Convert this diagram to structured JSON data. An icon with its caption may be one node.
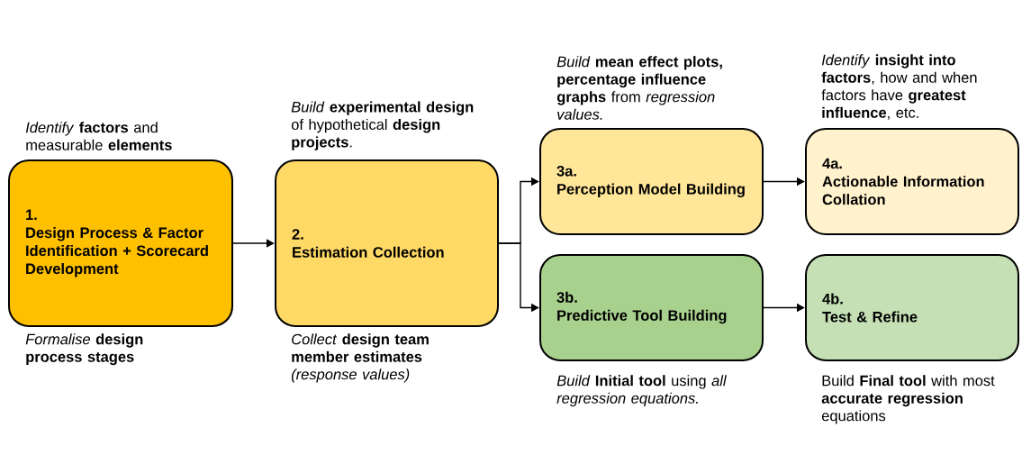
{
  "diagram": {
    "nodes": [
      {
        "text": [
          "1.",
          "Design Process & Factor Identification + Scorecard Development"
        ],
        "beside": [
          "*Identify* **factors** and measurable **elements**",
          "*Formalise* **design process stages**"
        ]
      },
      {
        "text": [
          "2.",
          "Estimation Collection"
        ],
        "beside": [
          "*Build* **experimental design** of hypothetical **design projects**.",
          "*Collect* **design team member estimates** *(response values)*"
        ]
      },
      {
        "text": [
          "3a.",
          "Perception Model Building"
        ],
        "beside": [
          "*Build* **mean effect plots, percentage influence graphs** from *regression values.*"
        ]
      },
      {
        "text": [
          "3b.",
          "Predictive Tool Building"
        ],
        "beside": [
          "*Build* **Initial tool** using *all regression equations.*"
        ]
      },
      {
        "text": [
          "4a.",
          "Actionable Information Collation"
        ],
        "beside": [
          "*Identify* **insight into factors**, how and when factors have **greatest influence**, etc."
        ]
      },
      {
        "text": [
          "4b.",
          "Test & Refine"
        ],
        "beside": [
          "Build **Final tool** with most **accurate regression** equations"
        ]
      }
    ],
    "edges": [
      {
        "from": 0,
        "to": 1,
        "arrow": "to"
      },
      {
        "from": 1,
        "to": 2,
        "arrow": "to"
      },
      {
        "from": 1,
        "to": 3,
        "arrow": "to"
      },
      {
        "from": 2,
        "to": 4,
        "arrow": "to"
      },
      {
        "from": 3,
        "to": 5,
        "arrow": "to"
      }
    ]
  }
}
